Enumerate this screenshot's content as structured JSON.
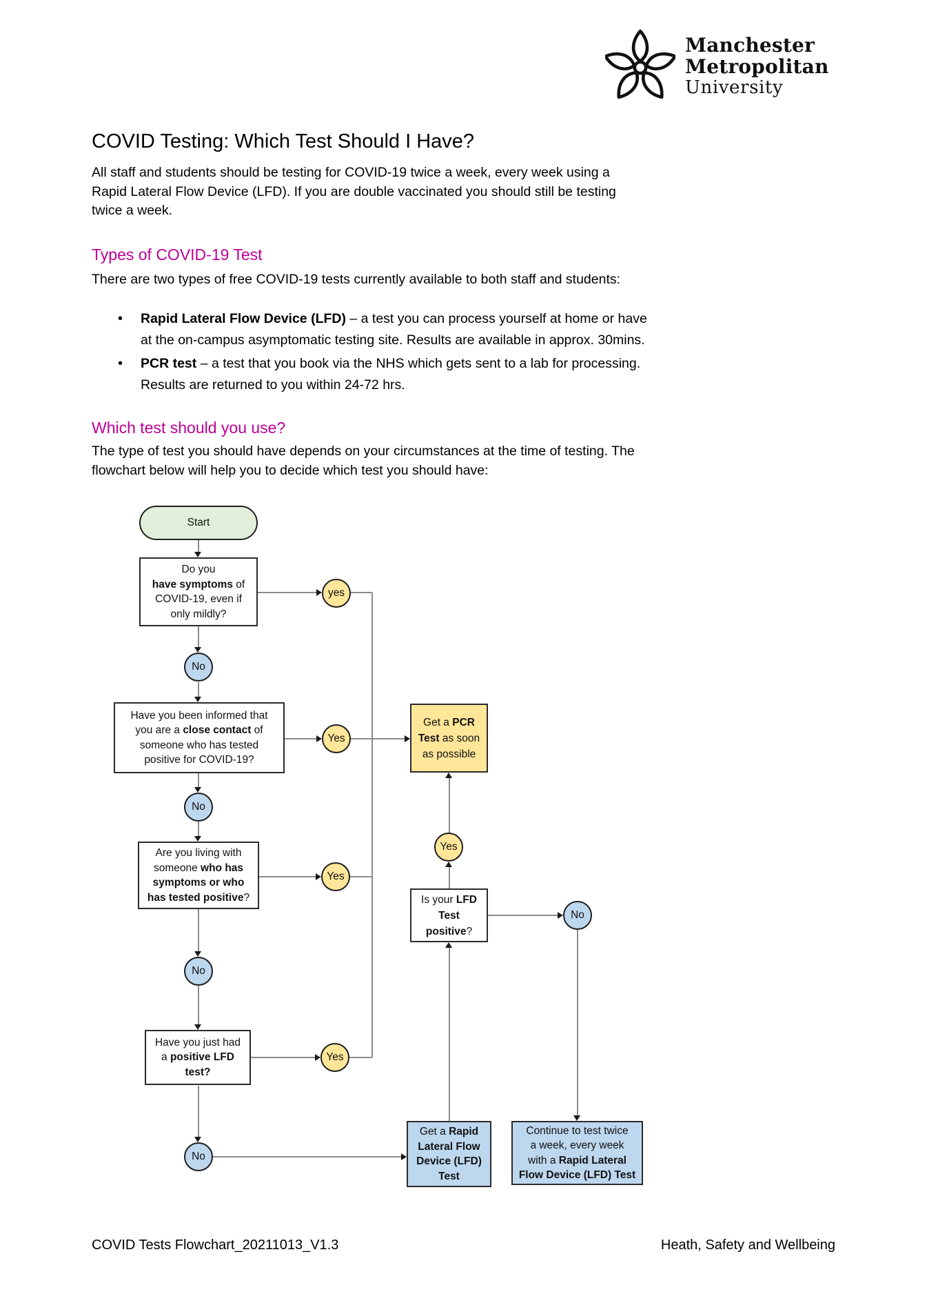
{
  "logo": {
    "line1": "Manchester",
    "line2": "Metropolitan",
    "line3": "University"
  },
  "title": "COVID Testing: Which Test Should I Have?",
  "intro": {
    "lines": [
      [
        {
          "t": "All staff and students should be testing for COVID-19 twice a week, every week using a"
        }
      ],
      [
        {
          "t": "Rapid Lateral Flow Device (LFD). If you are double vaccinated you should still be testing"
        }
      ],
      [
        {
          "t": "twice a week."
        }
      ]
    ]
  },
  "types_section": {
    "heading": "Types of COVID-19 Test",
    "lead": "There are two types of free COVID-19 tests currently available to both staff and students:",
    "bullets": [
      {
        "lines": [
          [
            {
              "t": "Rapid Lateral Flow Device (LFD)",
              "b": 1
            },
            {
              "t": " – a test you can process yourself at home or have"
            }
          ],
          [
            {
              "t": "at the on-campus asymptomatic testing site. Results are available in approx. 30mins."
            }
          ]
        ]
      },
      {
        "lines": [
          [
            {
              "t": "PCR test",
              "b": 1
            },
            {
              "t": " – a test that you book via the NHS which gets sent to a lab for processing."
            }
          ],
          [
            {
              "t": "Results are returned to you within 24-72 hrs."
            }
          ]
        ]
      }
    ]
  },
  "which_section": {
    "heading": "Which test should you use?",
    "lead_lines": [
      [
        {
          "t": "The type of test you should have depends on your circumstances at the time of testing. The"
        }
      ],
      [
        {
          "t": "flowchart below will help you to decide which test you should have:"
        }
      ]
    ]
  },
  "flowchart": {
    "start_label": "Start",
    "circles": {
      "yes1": "yes",
      "yes2": "Yes",
      "yes3": "Yes",
      "yes4": "Yes",
      "yes5": "Yes",
      "no1": "No",
      "no2": "No",
      "no3": "No",
      "no4": "No",
      "no5": "No"
    },
    "boxes": {
      "q1": {
        "lines": [
          [
            {
              "t": "Do you"
            }
          ],
          [
            {
              "t": "have symptoms",
              "b": 1
            },
            {
              "t": " of"
            }
          ],
          [
            {
              "t": "COVID-19, even if"
            }
          ],
          [
            {
              "t": "only mildly?"
            }
          ]
        ]
      },
      "q2": {
        "lines": [
          [
            {
              "t": "Have you been informed that"
            }
          ],
          [
            {
              "t": "you are a "
            },
            {
              "t": "close contact",
              "b": 1
            },
            {
              "t": " of"
            }
          ],
          [
            {
              "t": "someone who has tested"
            }
          ],
          [
            {
              "t": "positive for COVID-19?"
            }
          ]
        ]
      },
      "q3": {
        "lines": [
          [
            {
              "t": "Are you living with"
            }
          ],
          [
            {
              "t": "someone "
            },
            {
              "t": "who has",
              "b": 1
            }
          ],
          [
            {
              "t": "symptoms or who",
              "b": 1
            }
          ],
          [
            {
              "t": "has tested positive",
              "b": 1
            },
            {
              "t": "?"
            }
          ]
        ]
      },
      "q4": {
        "lines": [
          [
            {
              "t": "Have you just had"
            }
          ],
          [
            {
              "t": "a "
            },
            {
              "t": "positive LFD",
              "b": 1
            }
          ],
          [
            {
              "t": "test?",
              "b": 1
            }
          ]
        ]
      },
      "pcr": {
        "lines": [
          [
            {
              "t": "Get a "
            },
            {
              "t": "PCR",
              "b": 1
            }
          ],
          [
            {
              "t": "Test",
              "b": 1
            },
            {
              "t": " as soon"
            }
          ],
          [
            {
              "t": "as possible"
            }
          ]
        ]
      },
      "lfd_q": {
        "lines": [
          [
            {
              "t": "Is your "
            },
            {
              "t": "LFD",
              "b": 1
            }
          ],
          [
            {
              "t": "Test",
              "b": 1
            }
          ],
          [
            {
              "t": "positive",
              "b": 1
            },
            {
              "t": "?"
            }
          ]
        ]
      },
      "lfd_get": {
        "lines": [
          [
            {
              "t": "Get a "
            },
            {
              "t": "Rapid",
              "b": 1
            }
          ],
          [
            {
              "t": "Lateral Flow",
              "b": 1
            }
          ],
          [
            {
              "t": "Device (LFD)",
              "b": 1
            }
          ],
          [
            {
              "t": "Test",
              "b": 1
            }
          ]
        ]
      },
      "continue": {
        "lines": [
          [
            {
              "t": "Continue to test twice"
            }
          ],
          [
            {
              "t": "a week, every week"
            }
          ],
          [
            {
              "t": "with a "
            },
            {
              "t": "Rapid Lateral",
              "b": 1
            }
          ],
          [
            {
              "t": "Flow Device (LFD) Test",
              "b": 1
            }
          ]
        ]
      }
    }
  },
  "footer": {
    "left": "COVID Tests Flowchart_20211013_V1.3",
    "right": "Heath, Safety and Wellbeing"
  },
  "colors": {
    "heading_magenta": "#be0096",
    "flow_yellow": "#ffe699",
    "flow_blue": "#bdd7ee",
    "flow_green": "#e2efda",
    "connector_gray": "#8a8a8a"
  }
}
